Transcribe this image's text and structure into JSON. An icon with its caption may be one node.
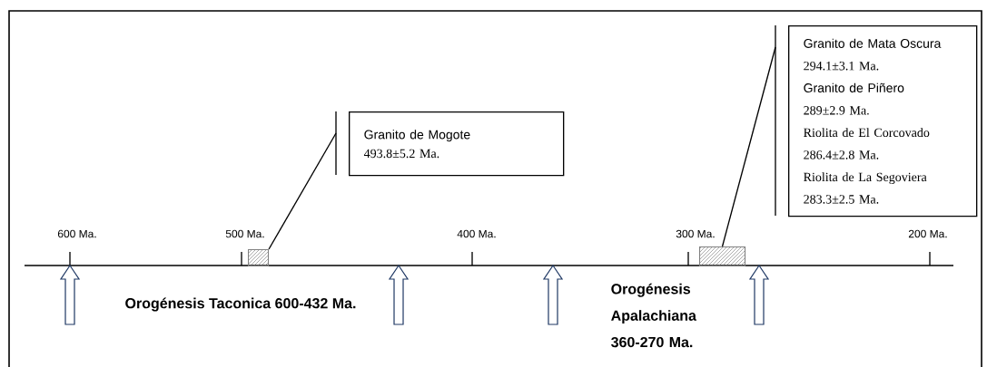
{
  "diagram": {
    "nodes": [
      {
        "text": [
          "Granito de Mogote",
          "493.8±5.2 Ma."
        ]
      },
      {
        "text": [],
        "shape": "bar"
      },
      {
        "text": [
          "Granito de Mata Oscura",
          "294.1±3.1 Ma.",
          "Granito de Piñero",
          "289±2.9 Ma.",
          "Riolita de El Corcovado",
          "286.4±2.8 Ma.",
          "Riolita de La Segoviera",
          "283.3±2.5 Ma."
        ]
      },
      {
        "text": [],
        "shape": "bar"
      }
    ],
    "edges": [
      {
        "from": 0,
        "to": 1,
        "arrow": "none"
      },
      {
        "from": 2,
        "to": 3,
        "arrow": "none"
      }
    ],
    "labels": [
      "600 Ma.",
      "500 Ma.",
      "400 Ma.",
      "300 Ma.",
      "200 Ma.",
      "Orogénesis Taconica 600-432 Ma.",
      "Orogénesis Apalachiana 360-270 Ma."
    ]
  }
}
